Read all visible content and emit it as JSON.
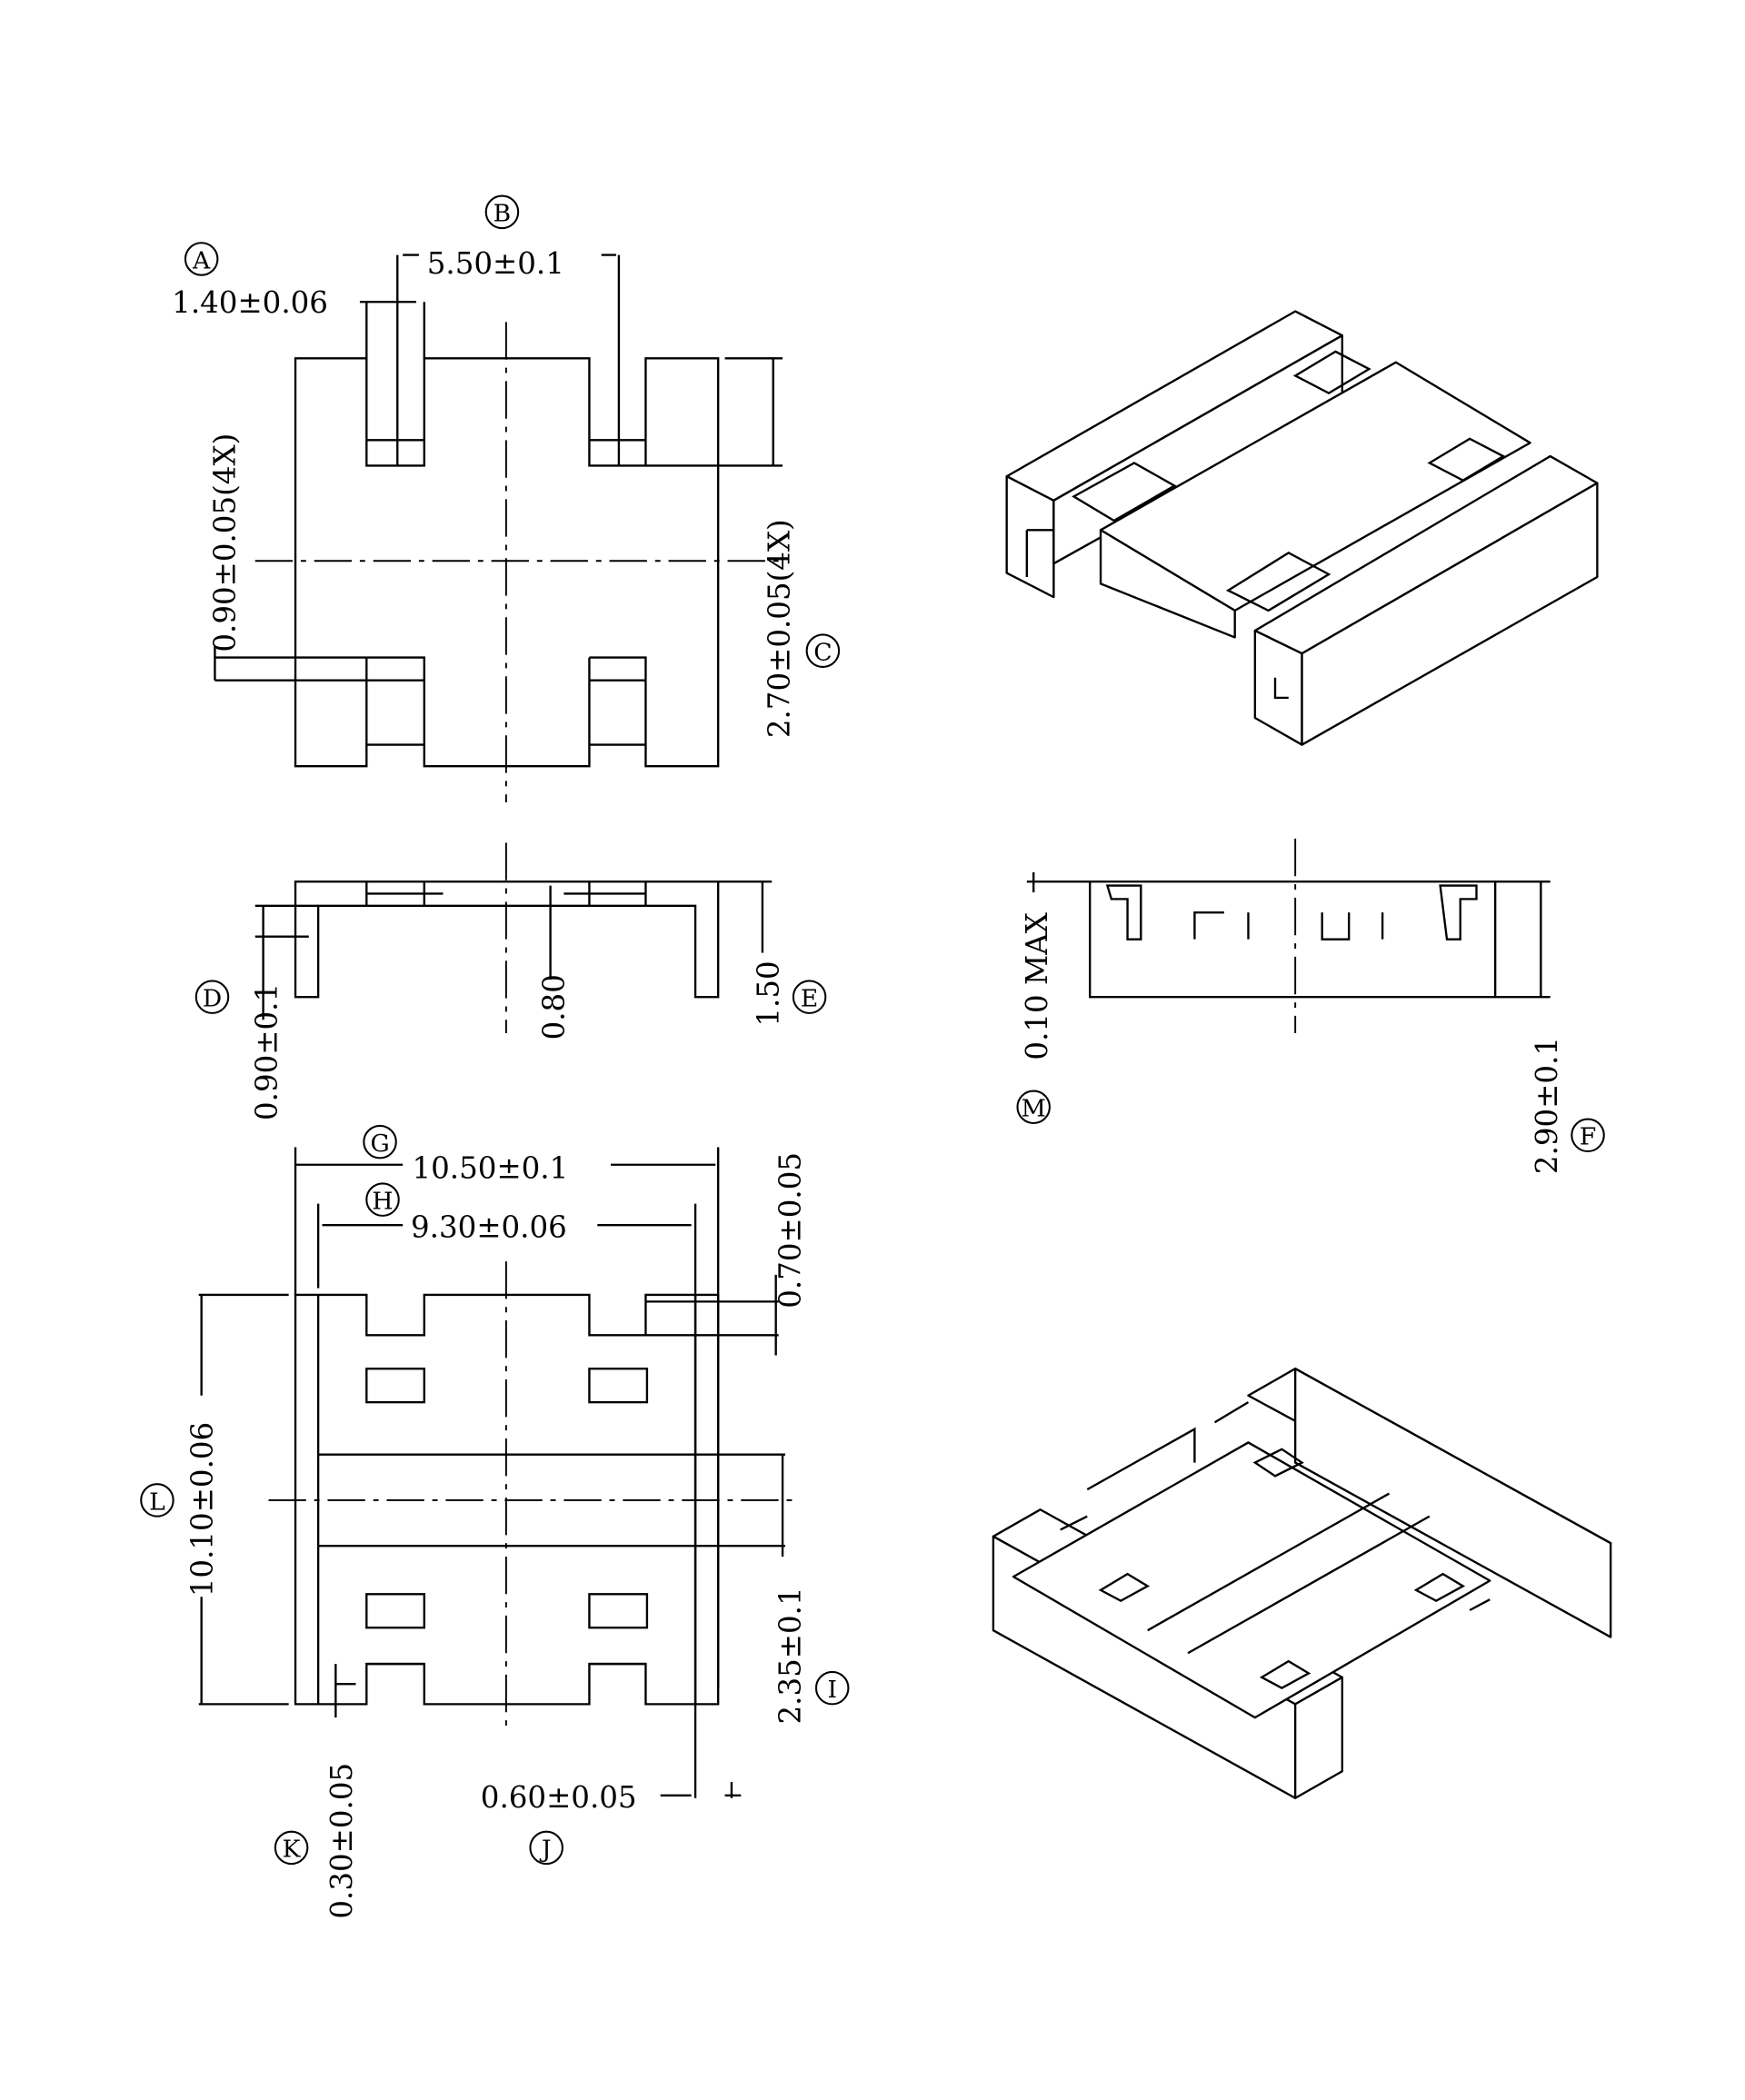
{
  "dimensions": {
    "A": "1.40±0.06",
    "B": "5.50±0.1",
    "C": "2.70±0.05(4X)",
    "tab_height": "0.90±0.05(4X)",
    "D": "0.90±0.1",
    "side_center": "0.80",
    "E": "1.50",
    "M": "0.10 MAX",
    "F": "2.90±0.1",
    "G": "10.50±0.1",
    "H": "9.30±0.06",
    "slot_depth": "0.70±0.05",
    "L": "10.10±0.06",
    "I": "2.35±0.1",
    "J": "0.60±0.05",
    "K": "0.30±0.05"
  },
  "callouts": {
    "A": "A",
    "B": "B",
    "C": "C",
    "D": "D",
    "E": "E",
    "F": "F",
    "G": "G",
    "H": "H",
    "I": "I",
    "J": "J",
    "K": "K",
    "L": "L",
    "M": "M"
  }
}
